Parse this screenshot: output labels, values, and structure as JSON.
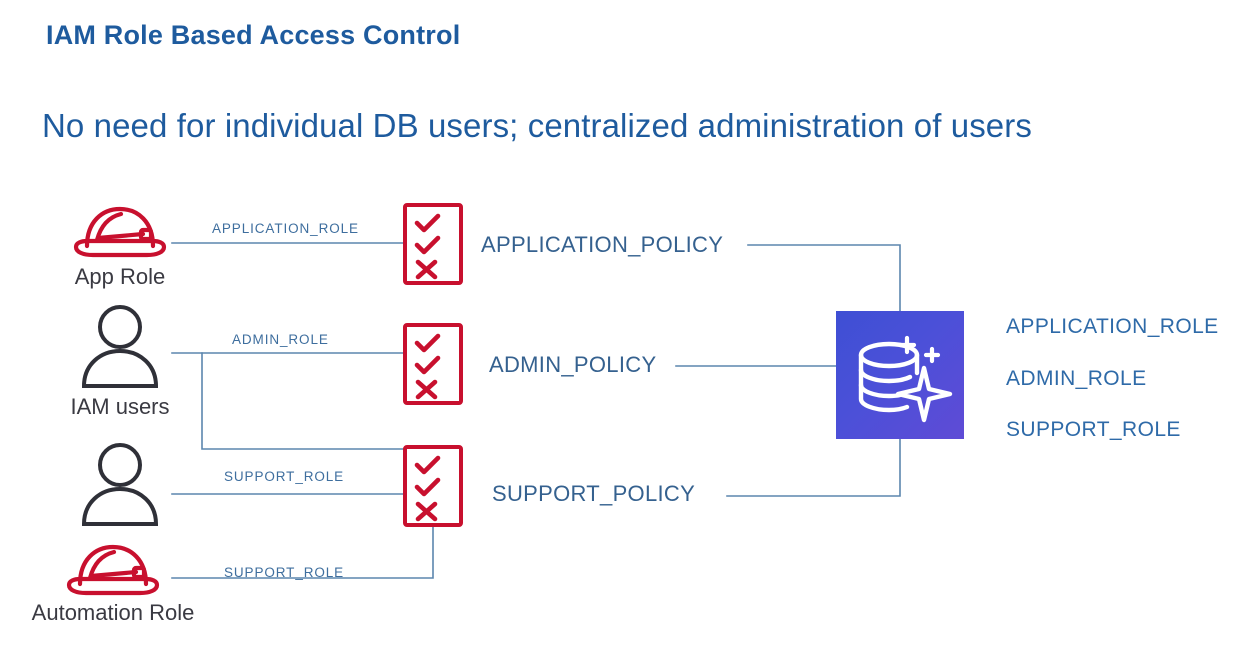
{
  "slide": {
    "title": "IAM Role Based Access Control",
    "subtitle": "No need for individual DB users; centralized administration of users",
    "colors": {
      "heading_blue": "#1E5B9E",
      "label_blue": "#3E6E9E",
      "policy_red": "#C8102E",
      "connector_blue": "#5B86AE",
      "icon_dark": "#2F3038",
      "db_gradient_start": "#3E4FD4",
      "db_gradient_end": "#5F4BD6"
    }
  },
  "diagram": {
    "type": "architecture-flow",
    "actors": [
      {
        "id": "app-role",
        "label": "App Role",
        "icon": "hard-hat-icon",
        "icon_color": "#C8102E"
      },
      {
        "id": "iam-users",
        "label": "IAM users",
        "icon": "person-icon",
        "icon_color": "#2F3038"
      },
      {
        "id": "support-user",
        "label": "",
        "icon": "person-icon",
        "icon_color": "#2F3038"
      },
      {
        "id": "automation-role",
        "label": "Automation Role",
        "icon": "hard-hat-icon",
        "icon_color": "#C8102E"
      }
    ],
    "edge_labels": [
      {
        "id": "application-role-edge",
        "text": "APPLICATION_ROLE",
        "from": "app-role",
        "to": "application-policy"
      },
      {
        "id": "admin-role-edge",
        "text": "ADMIN_ROLE",
        "from": "iam-users",
        "to": "admin-policy"
      },
      {
        "id": "support-role-edge-1",
        "text": "SUPPORT_ROLE",
        "from": "support-user",
        "to": "support-policy"
      },
      {
        "id": "support-role-edge-2",
        "text": "SUPPORT_ROLE",
        "from": "automation-role",
        "to": "support-policy"
      }
    ],
    "policies": [
      {
        "id": "application-policy",
        "label": "APPLICATION_POLICY",
        "marks": [
          "check",
          "check",
          "cross"
        ]
      },
      {
        "id": "admin-policy",
        "label": "ADMIN_POLICY",
        "marks": [
          "check",
          "check",
          "cross"
        ]
      },
      {
        "id": "support-policy",
        "label": "SUPPORT_POLICY",
        "marks": [
          "check",
          "check",
          "cross"
        ]
      }
    ],
    "database": {
      "icon": "database-sparkle-icon",
      "granted_roles": [
        "APPLICATION_ROLE",
        "ADMIN_ROLE",
        "SUPPORT_ROLE"
      ]
    }
  }
}
